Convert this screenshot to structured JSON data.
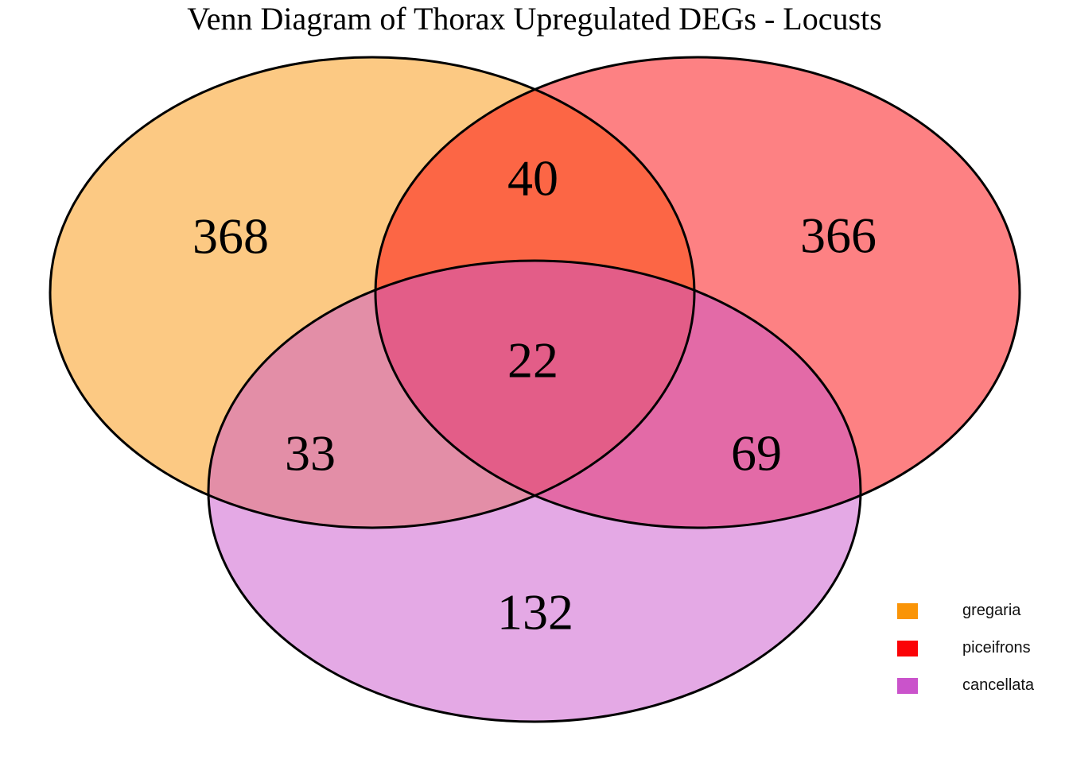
{
  "title": "Venn Diagram of Thorax Upregulated DEGs - Locusts",
  "chart_data": {
    "type": "venn",
    "title": "Venn Diagram of Thorax Upregulated DEGs - Locusts",
    "background_color": "#ffffff",
    "outline_color": "#000000",
    "label_color": "#000000",
    "fill_opacity": 0.5,
    "legend_position": "bottom-right",
    "sets": [
      {
        "name": "gregaria",
        "color": "#FA9407"
      },
      {
        "name": "piceifrons",
        "color": "#FB0307"
      },
      {
        "name": "cancellata",
        "color": "#CA53CB"
      }
    ],
    "regions": {
      "gregaria_only": 368,
      "piceifrons_only": 366,
      "cancellata_only": 132,
      "gregaria_piceifrons": 40,
      "gregaria_cancellata": 33,
      "piceifrons_cancellata": 69,
      "gregaria_piceifrons_cancellata": 22
    }
  }
}
